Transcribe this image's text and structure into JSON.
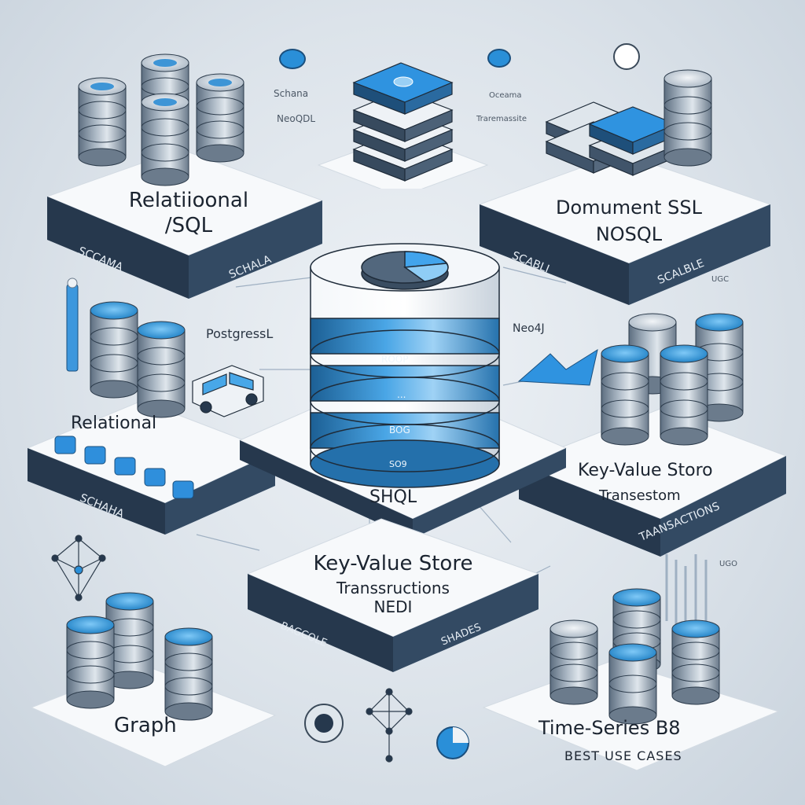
{
  "platforms": {
    "top_left": {
      "title_line1": "Relatiioonal",
      "title_line2": "/SQL",
      "edge_left": "SCCAMA",
      "edge_right": "SCHALA"
    },
    "top_right": {
      "title_line1": "Domument SSL",
      "title_line2": "NOSQL",
      "edge_left": "SCABLI",
      "edge_right": "SCALBLE"
    },
    "mid_left": {
      "title": "Relational",
      "edge": "SCHAHA"
    },
    "center": {
      "label": "SHQL",
      "disk_labels": [
        "ROOP",
        "...",
        "BOG",
        "SO9"
      ]
    },
    "mid_right": {
      "title": "Key-Value Storo",
      "subtitle": "Transestom",
      "edge": "TAANSACTIONS"
    },
    "lower_center": {
      "title": "Key-Value Store",
      "line2": "Transsructions",
      "line3": "NEDI",
      "edge_left": "BAGCOLE",
      "edge_right": "SHADES"
    },
    "bottom_left": {
      "title": "Graph"
    },
    "bottom_right": {
      "title": "Time-Series B8",
      "subtitle": "BEST USE CASES"
    }
  },
  "annotations": {
    "top_center_1": "Schana",
    "top_center_2": "NeoQDL",
    "top_right_1": "Oceama",
    "top_right_2": "Traremassite",
    "postgres": "PostgressL",
    "neo4j": "Neo4J",
    "corner_top": "UGC",
    "corner_bottom": "UGO"
  },
  "colors": {
    "accent": "#2a8fd8",
    "dark_band": "#26384d",
    "platform": "#f7f9fb"
  }
}
